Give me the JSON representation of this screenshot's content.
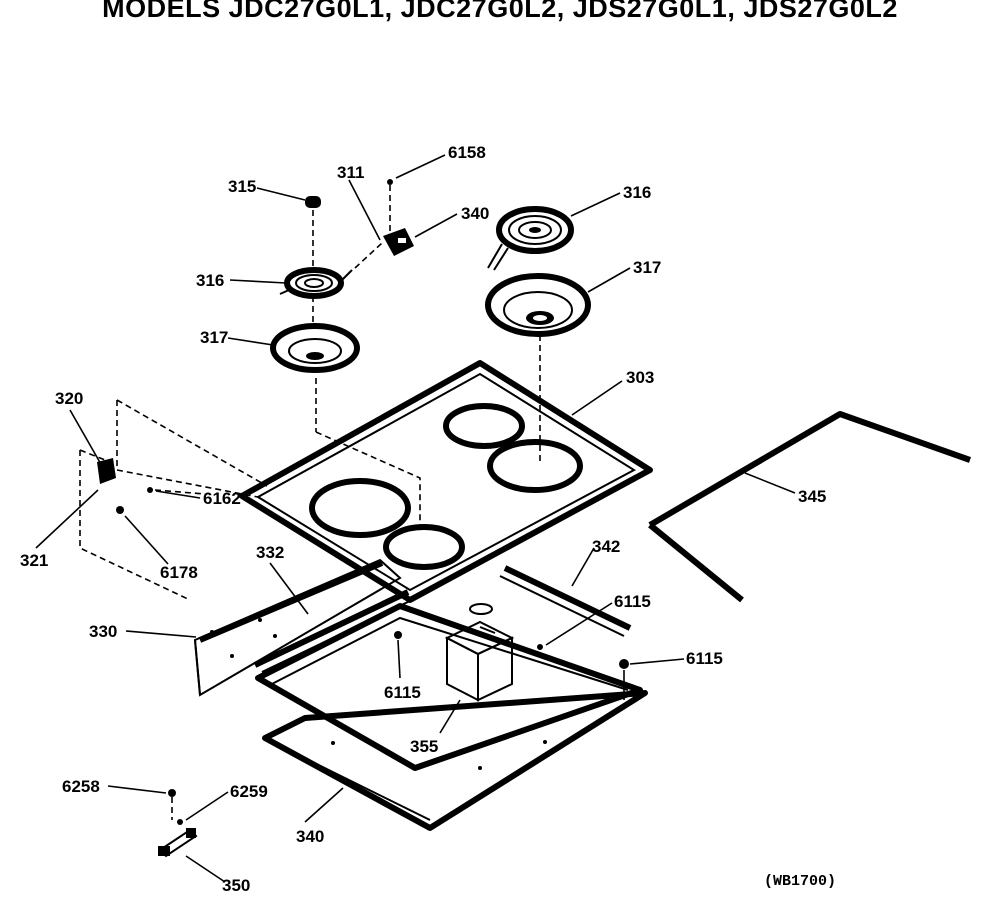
{
  "header": {
    "title": "MODELS JDC27G0L1, JDC27G0L2, JDS27G0L1, JDS27G0L2"
  },
  "diagram": {
    "labels": {
      "p6158": "6158",
      "p311": "311",
      "p315": "315",
      "p340a": "340",
      "p316a": "316",
      "p316b": "316",
      "p317a": "317",
      "p317b": "317",
      "p303": "303",
      "p320": "320",
      "p6162": "6162",
      "p345": "345",
      "p321": "321",
      "p6178": "6178",
      "p332": "332",
      "p342": "342",
      "p6115a": "6115",
      "p330": "330",
      "p6115b": "6115",
      "p6115c": "6115",
      "p355": "355",
      "p6258": "6258",
      "p6259": "6259",
      "p340b": "340",
      "p350": "350"
    },
    "reference_code": "(WB1700)"
  }
}
